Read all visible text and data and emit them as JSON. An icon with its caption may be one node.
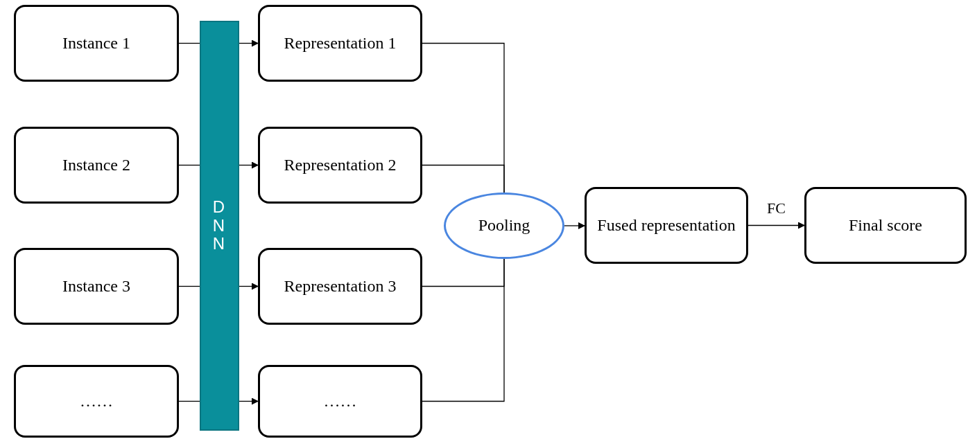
{
  "diagram": {
    "nodes": [
      {
        "text": [
          "Instance 1"
        ]
      },
      {
        "text": [
          "Instance 2"
        ]
      },
      {
        "text": [
          "Instance 3"
        ]
      },
      {
        "text": [
          "……"
        ]
      },
      {
        "text": [
          "DNN"
        ]
      },
      {
        "text": [
          "Representation 1"
        ]
      },
      {
        "text": [
          "Representation 2"
        ]
      },
      {
        "text": [
          "Representation 3"
        ]
      },
      {
        "text": [
          "……"
        ]
      },
      {
        "text": [
          "Pooling"
        ]
      },
      {
        "text": [
          "Fused representation"
        ]
      },
      {
        "text": [
          "Final score"
        ]
      }
    ],
    "edges": [
      {
        "from": 0,
        "to": 4,
        "arrow": "none"
      },
      {
        "from": 1,
        "to": 4,
        "arrow": "none"
      },
      {
        "from": 2,
        "to": 4,
        "arrow": "none"
      },
      {
        "from": 3,
        "to": 4,
        "arrow": "none"
      },
      {
        "from": 4,
        "to": 5,
        "arrow": "to"
      },
      {
        "from": 4,
        "to": 6,
        "arrow": "to"
      },
      {
        "from": 4,
        "to": 7,
        "arrow": "to"
      },
      {
        "from": 4,
        "to": 8,
        "arrow": "to"
      },
      {
        "from": 5,
        "to": 9,
        "arrow": "none"
      },
      {
        "from": 6,
        "to": 9,
        "arrow": "none"
      },
      {
        "from": 7,
        "to": 9,
        "arrow": "none"
      },
      {
        "from": 8,
        "to": 9,
        "arrow": "none"
      },
      {
        "from": 9,
        "to": 10,
        "arrow": "to"
      },
      {
        "from": 10,
        "to": 11,
        "label": "FC",
        "arrow": "to"
      }
    ]
  }
}
